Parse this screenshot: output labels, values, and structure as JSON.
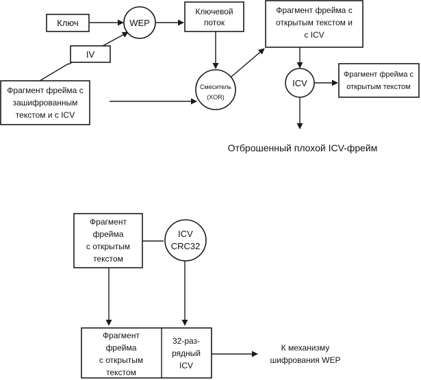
{
  "top": {
    "key_label": "Ключ",
    "iv_label": "IV",
    "wep_label": "WEP",
    "keystream_lines": [
      "Ключевой",
      "поток"
    ],
    "plaintext_icv_lines": [
      "Фрагмент фрейма с",
      "открытым текстом и",
      "с ICV"
    ],
    "encrypted_lines": [
      "Фрагмент фрейма с",
      "зашифрованным",
      "текстом и с ICV"
    ],
    "mixer_lines": [
      "Смеситель",
      "(XOR)"
    ],
    "icv_label": "ICV",
    "plaintext_lines": [
      "Фрагмент фрейма с",
      "открытым текстом"
    ],
    "discard_label": "Отброшенный плохой ICV-фрейм"
  },
  "bottom": {
    "source_lines": [
      "Фрагмент",
      "фрейма",
      "с открытым",
      "текстом"
    ],
    "crc_lines": [
      "ICV",
      "CRC32"
    ],
    "result_frame_lines": [
      "Фрагмент",
      "фрейма",
      "с открытым",
      "текстом"
    ],
    "result_icv_lines": [
      "32-раз-",
      "рядный",
      "ICV"
    ],
    "output_lines": [
      "К механизму",
      "шифрования WEP"
    ]
  }
}
